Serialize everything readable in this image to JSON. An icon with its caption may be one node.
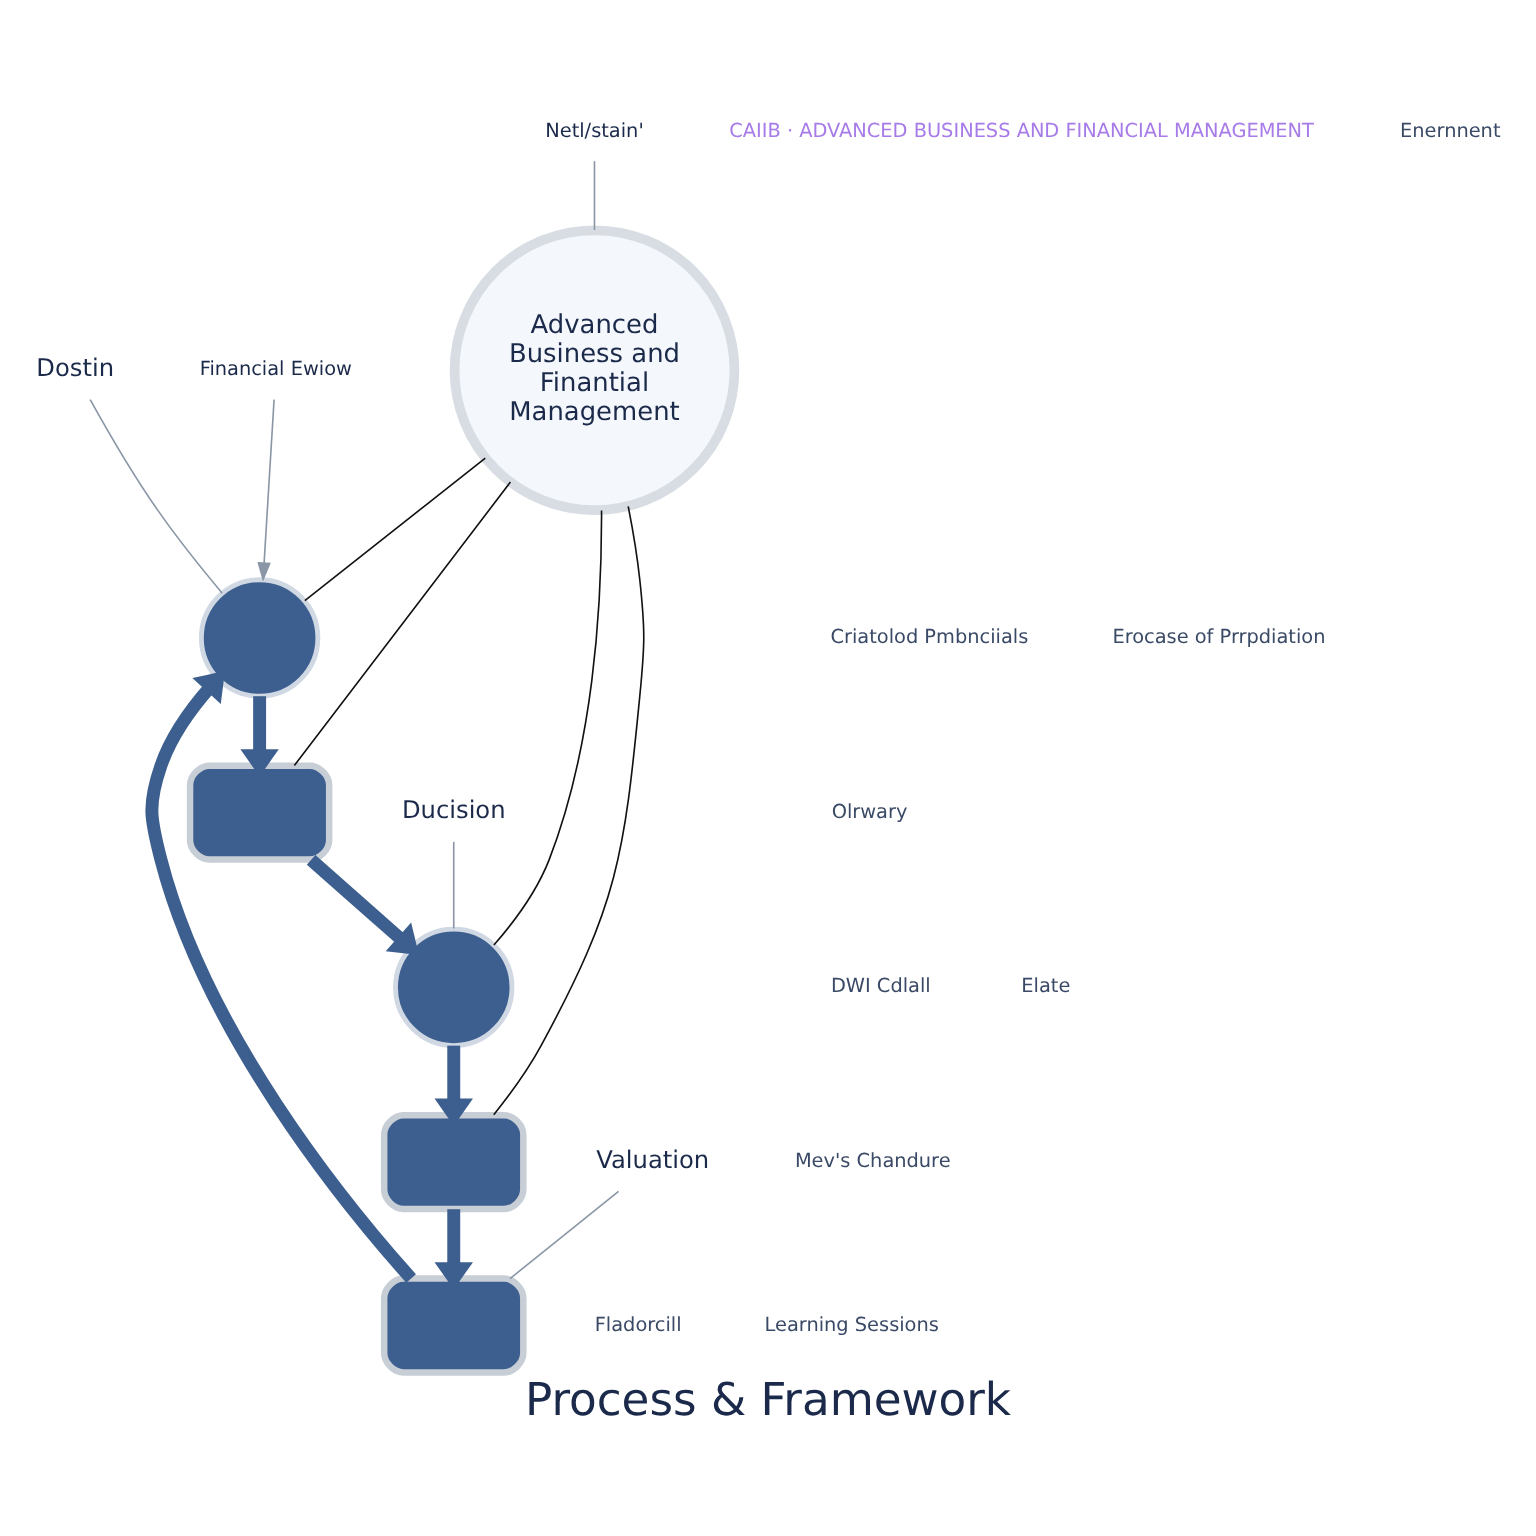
{
  "diagram": {
    "title": "Process & Framework",
    "nodes": [
      {
        "text": [
          "Advanced Business and Finantial Management"
        ]
      },
      {
        "text": [],
        "shape": "box"
      },
      {
        "text": [],
        "shape": "circle"
      },
      {
        "text": [],
        "shape": "box"
      },
      {
        "text": [],
        "shape": "circle"
      },
      {
        "text": [],
        "shape": "box"
      },
      {
        "text": [
          "Valuation"
        ]
      },
      {
        "text": [
          "Financial Ewiow"
        ]
      },
      {
        "text": [
          "Dostin"
        ]
      },
      {
        "text": [
          "Netl/stain'"
        ]
      },
      {
        "text": [
          "Ducision"
        ]
      }
    ],
    "edges": [
      {
        "from": 1,
        "to": 2,
        "arrow": "to",
        "style": "thick",
        "color": "#3d5f8f"
      },
      {
        "from": 2,
        "to": 3,
        "arrow": "to",
        "style": "thick",
        "color": "#3d5f8f"
      },
      {
        "from": 3,
        "to": 4,
        "arrow": "to",
        "style": "thick",
        "color": "#3d5f8f"
      },
      {
        "from": 4,
        "to": 5,
        "arrow": "to",
        "style": "thick",
        "color": "#3d5f8f"
      },
      {
        "from": 5,
        "to": 1,
        "arrow": "to",
        "style": "thick",
        "color": "#3d5f8f"
      },
      {
        "from": 0,
        "to": 5,
        "arrow": "none",
        "color": "#111111"
      },
      {
        "from": 0,
        "to": 2,
        "arrow": "none",
        "color": "#111111"
      },
      {
        "from": 0,
        "to": 3,
        "arrow": "none",
        "color": "#111111"
      },
      {
        "from": 0,
        "to": 4,
        "arrow": "none",
        "color": "#111111"
      },
      {
        "from": 6,
        "to": 1,
        "arrow": "none"
      },
      {
        "from": 7,
        "to": 2,
        "arrow": "to"
      },
      {
        "from": 8,
        "to": 2,
        "arrow": "none"
      },
      {
        "from": 9,
        "to": 0,
        "arrow": "none"
      },
      {
        "from": 10,
        "to": 4,
        "arrow": "none"
      }
    ],
    "labels": [
      "CAIIB · ADVANCED BUSINESS AND FINANCIAL MANAGEMENT",
      "Criatolod Pmbnciials",
      "DWI Cdlall",
      "Erocase of Prrpdiation",
      "Olrwary",
      "Elate",
      "Mev's Chandure",
      "Fladorcill",
      "Enernnent",
      "Learning Sessions"
    ]
  }
}
